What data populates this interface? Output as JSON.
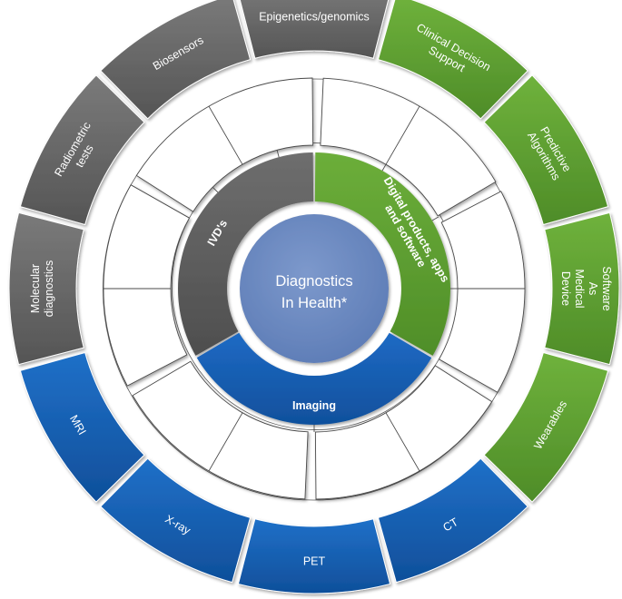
{
  "center": {
    "line1": "Diagnostics",
    "line2": "In Health*",
    "color": "#6c8ac0"
  },
  "categories": [
    {
      "id": "ivd",
      "label": "IVD's",
      "color": "#5a5a5a"
    },
    {
      "id": "digital",
      "label_lines": [
        "Digital products, apps",
        "and software"
      ],
      "color": "#5e9e31"
    },
    {
      "id": "imaging",
      "label": "Imaging",
      "color": "#1a5fb0"
    }
  ],
  "outer_segments": [
    {
      "id": "epigenetics",
      "lines": [
        "Epigenetics/genomics"
      ],
      "group": "ivd",
      "color": "#6a6a6a"
    },
    {
      "id": "clinical",
      "lines": [
        "Clinical Decision",
        "Support"
      ],
      "group": "digital",
      "color": "#5e9e31"
    },
    {
      "id": "predictive",
      "lines": [
        "Predictive",
        "Algorithms"
      ],
      "group": "digital",
      "color": "#5e9e31"
    },
    {
      "id": "samd",
      "lines": [
        "Software",
        "As",
        "Medical",
        "Device"
      ],
      "group": "digital",
      "color": "#5e9e31"
    },
    {
      "id": "wearables",
      "lines": [
        "Wearables"
      ],
      "group": "digital",
      "color": "#5e9e31"
    },
    {
      "id": "ct",
      "lines": [
        "CT"
      ],
      "group": "imaging",
      "color": "#1a5fb0"
    },
    {
      "id": "pet",
      "lines": [
        "PET"
      ],
      "group": "imaging",
      "color": "#1a5fb0"
    },
    {
      "id": "xray",
      "lines": [
        "X-ray"
      ],
      "group": "imaging",
      "color": "#1a5fb0"
    },
    {
      "id": "mri",
      "lines": [
        "MRI"
      ],
      "group": "imaging",
      "color": "#1a5fb0"
    },
    {
      "id": "molecular",
      "lines": [
        "Molecular",
        "diagnostics"
      ],
      "group": "ivd",
      "color": "#6a6a6a"
    },
    {
      "id": "radiometric",
      "lines": [
        "Radiometric",
        "tests"
      ],
      "group": "ivd",
      "color": "#6a6a6a"
    },
    {
      "id": "biosensors",
      "lines": [
        "Biosensors"
      ],
      "group": "ivd",
      "color": "#6a6a6a"
    }
  ]
}
